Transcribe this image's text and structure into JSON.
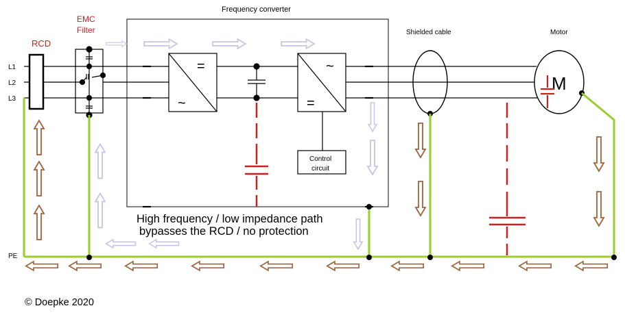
{
  "labels": {
    "frequency_converter": "Frequency converter",
    "emc_line1": "EMC",
    "emc_line2": "Filter",
    "rcd": "RCD",
    "shielded_cable": "Shielded cable",
    "motor": "Motor",
    "motor_symbol": "M",
    "l1": "L1",
    "l2": "L2",
    "l3": "L3",
    "pe": "PE",
    "rectifier_top": "=",
    "rectifier_bottom": "~",
    "inverter_top": "~",
    "inverter_bottom": "=",
    "control_line1": "Control",
    "control_line2": "circuit",
    "note_line1": "High frequency / low impedance path",
    "note_line2": "bypasses the RCD / no protection",
    "copyright": "© Doepke 2020"
  },
  "colors": {
    "wire": "#000000",
    "pe_wire": "#9acd32",
    "capacitor_red": "#cc1f1f",
    "label_red": "#cc2222",
    "arrow_brown": "#a0623a",
    "arrow_lavender": "#c8c3e6",
    "box_border": "#333333"
  }
}
